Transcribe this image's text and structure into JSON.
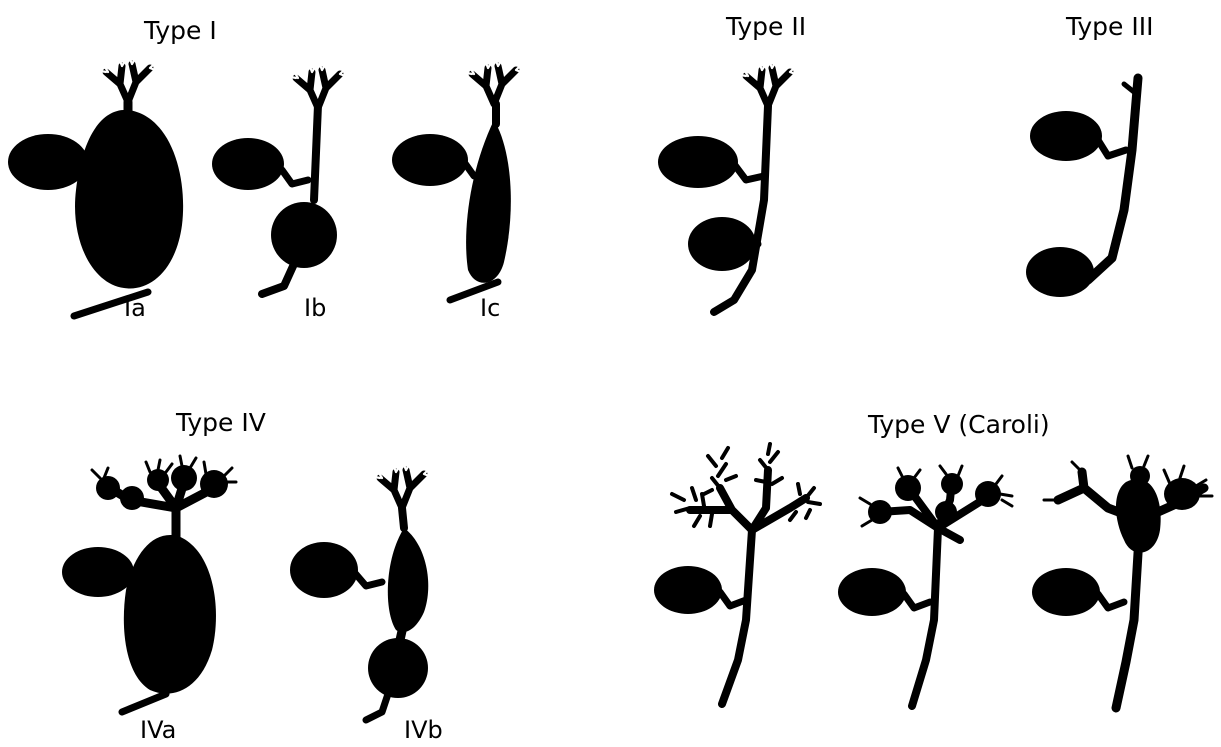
{
  "labels": {
    "type_i": "Type I",
    "type_ii": "Type II",
    "type_iii": "Type III",
    "type_iv": "Type IV",
    "type_v": "Type V (Caroli)",
    "ia": "Ia",
    "ib": "Ib",
    "ic": "Ic",
    "iva": "IVa",
    "ivb": "IVb"
  },
  "colors": {
    "background": "#ffffff",
    "ink": "#000000"
  }
}
